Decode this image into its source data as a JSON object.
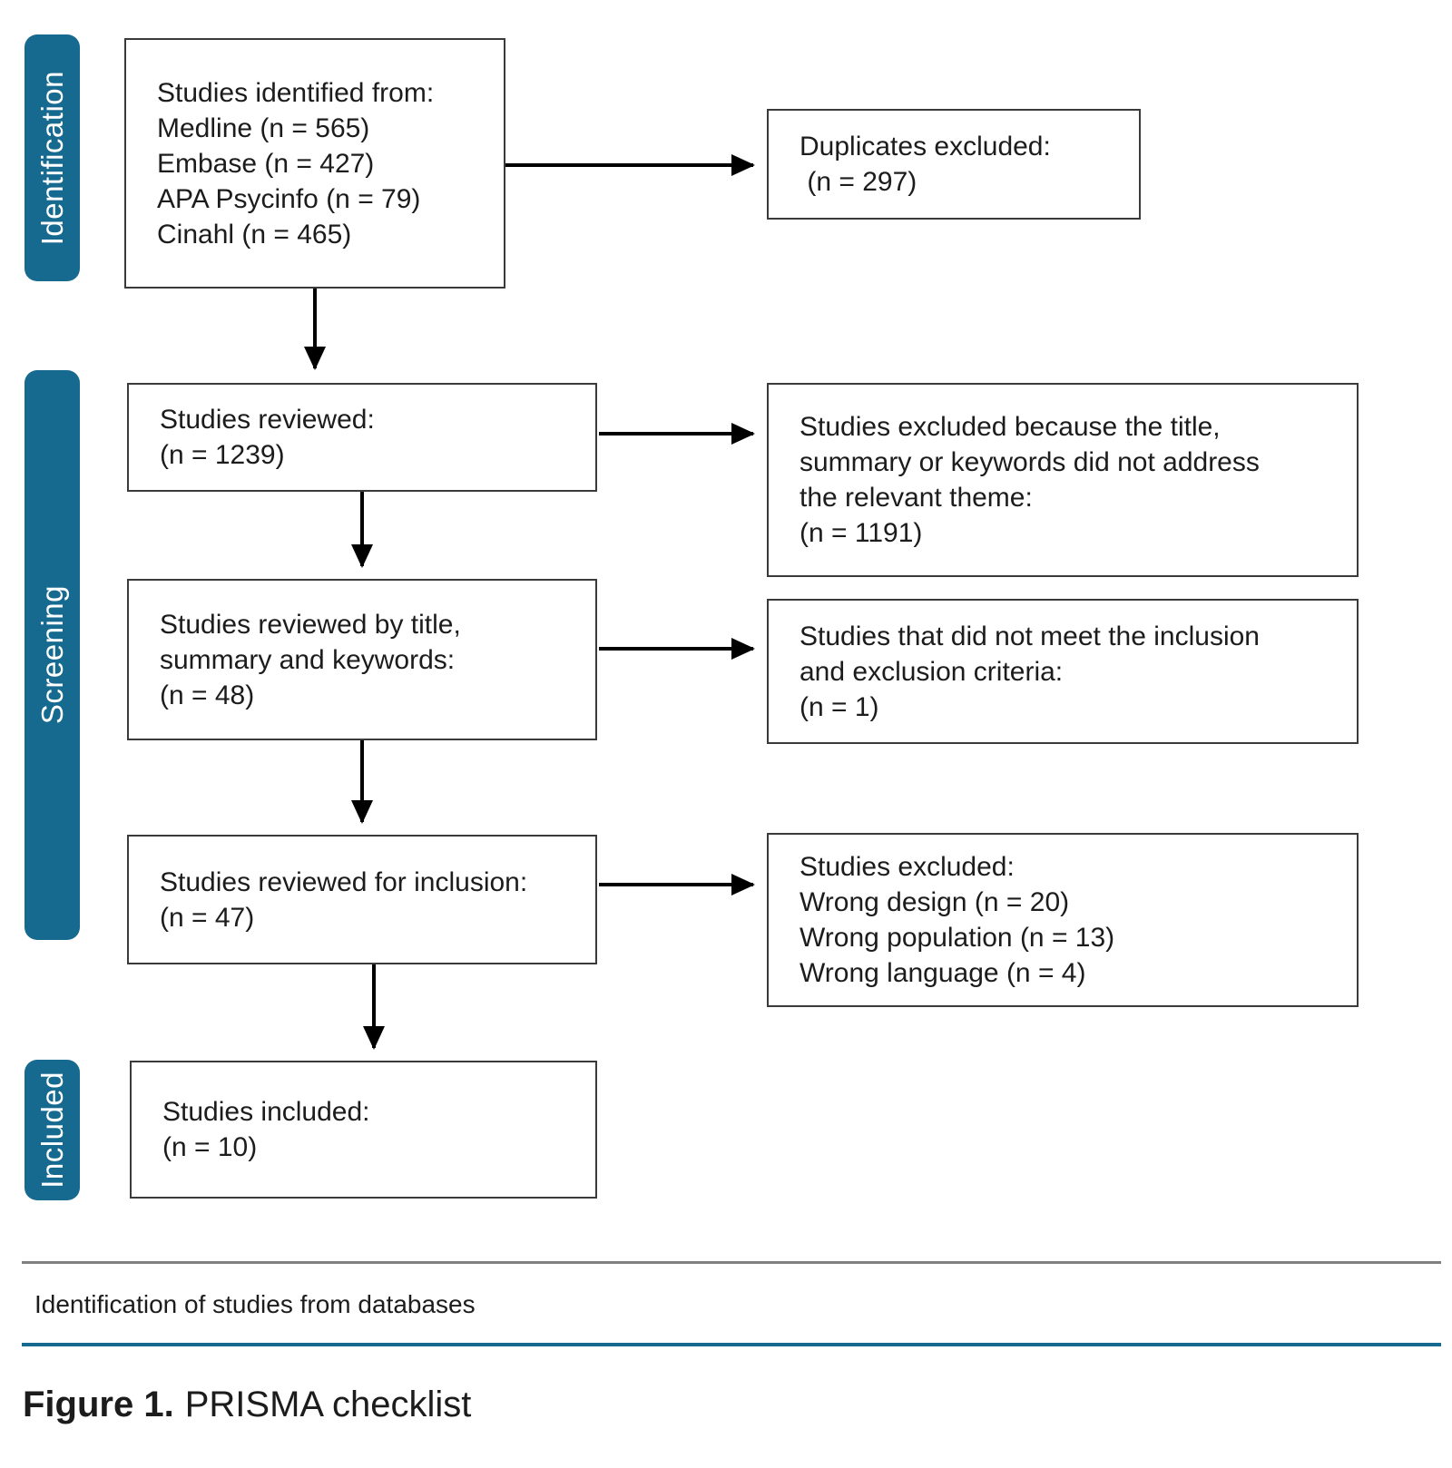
{
  "diagram": {
    "stages": {
      "identification": "Identification",
      "screening": "Screening",
      "included": "Included"
    },
    "boxes": {
      "identified": "Studies identified from:\nMedline (n = 565)\nEmbase (n = 427)\nAPA Psycinfo (n = 79)\nCinahl (n = 465)",
      "duplicates": "Duplicates excluded:\n (n = 297)",
      "reviewed": "Studies reviewed:\n(n = 1239)",
      "excluded_theme": "Studies excluded because the title,\nsummary or keywords did not address\nthe relevant theme:\n(n = 1191)",
      "reviewed_title": "Studies reviewed by title,\nsummary and keywords:\n(n = 48)",
      "not_meeting": "Studies that did not meet the inclusion\nand exclusion criteria:\n(n = 1)",
      "reviewed_inclusion": "Studies reviewed for inclusion:\n(n = 47)",
      "excluded_reasons": "Studies excluded:\nWrong design (n = 20)\nWrong population (n = 13)\nWrong language (n = 4)",
      "included": "Studies included:\n(n = 10)"
    },
    "caption": "Identification of studies from databases",
    "figure_label": "Figure 1.",
    "figure_title": "PRISMA checklist",
    "colors": {
      "stage_bar": "#176a8f",
      "rule_gray": "#7f7f7f",
      "rule_teal": "#176a8f",
      "box_border": "#3a3a3a",
      "arrow": "#000000"
    }
  }
}
